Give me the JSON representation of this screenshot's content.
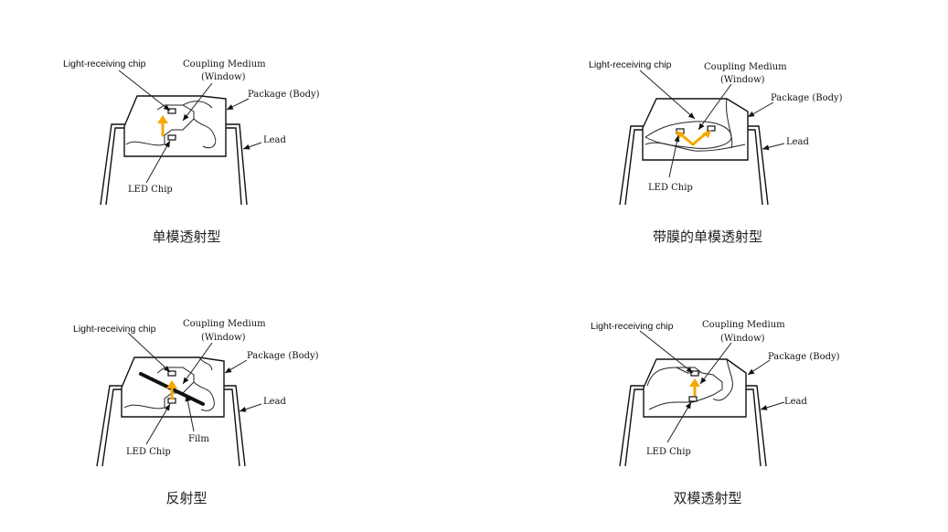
{
  "colors": {
    "arrow": "#f5a800",
    "line": "#111111",
    "background": "#ffffff"
  },
  "panels": [
    {
      "caption": "单模透射型",
      "labels": {
        "light_chip": "Light-receiving chip",
        "coupling": "Coupling Medium",
        "window": "(Window)",
        "package": "Package (Body)",
        "lead": "Lead",
        "led_chip": "LED Chip"
      }
    },
    {
      "caption": "带膜的单模透射型",
      "labels": {
        "light_chip": "Light-receiving chip",
        "coupling": "Coupling Medium",
        "window": "(Window)",
        "package": "Package (Body)",
        "lead": "Lead",
        "led_chip": "LED Chip"
      }
    },
    {
      "caption": "反射型",
      "labels": {
        "light_chip": "Light-receiving chip",
        "coupling": "Coupling Medium",
        "window": "(Window)",
        "package": "Package (Body)",
        "lead": "Lead",
        "led_chip": "LED Chip",
        "film": "Film"
      }
    },
    {
      "caption": "双模透射型",
      "labels": {
        "light_chip": "Light-receiving chip",
        "coupling": "Coupling Medium",
        "window": "(Window)",
        "package": "Package (Body)",
        "lead": "Lead",
        "led_chip": "LED Chip"
      }
    }
  ]
}
